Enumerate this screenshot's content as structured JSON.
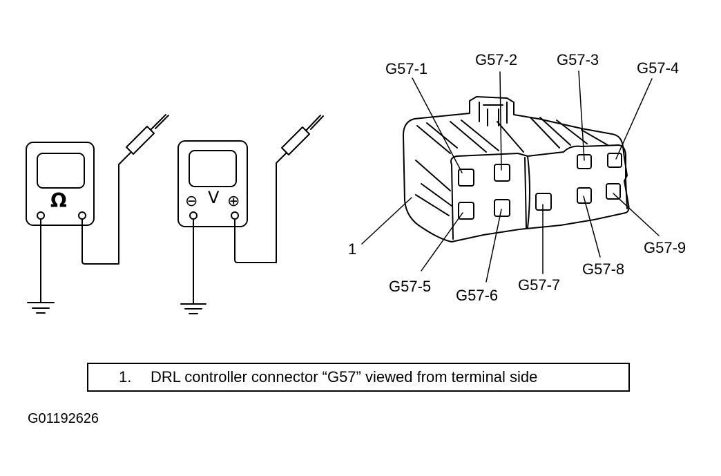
{
  "ohmmeter": {
    "symbol": "Ω"
  },
  "voltmeter": {
    "symbol": "V",
    "neg_symbol": "⊖",
    "pos_symbol": "⊕"
  },
  "connector": {
    "callout": "1",
    "terminals": [
      "G57-1",
      "G57-2",
      "G57-3",
      "G57-4",
      "G57-5",
      "G57-6",
      "G57-7",
      "G57-8",
      "G57-9"
    ]
  },
  "legend": {
    "number": "1.",
    "text": "DRL controller connector “G57” viewed from terminal side"
  },
  "figure_id": "G01192626"
}
